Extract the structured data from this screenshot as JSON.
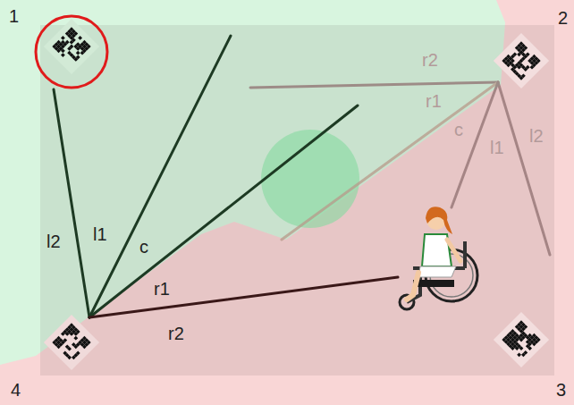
{
  "diagram": {
    "labels": [
      "1",
      "2",
      "3",
      "4",
      "l2",
      "l1",
      "c",
      "r1",
      "r2",
      "r2",
      "r1",
      "c",
      "l1",
      "l2"
    ]
  }
}
